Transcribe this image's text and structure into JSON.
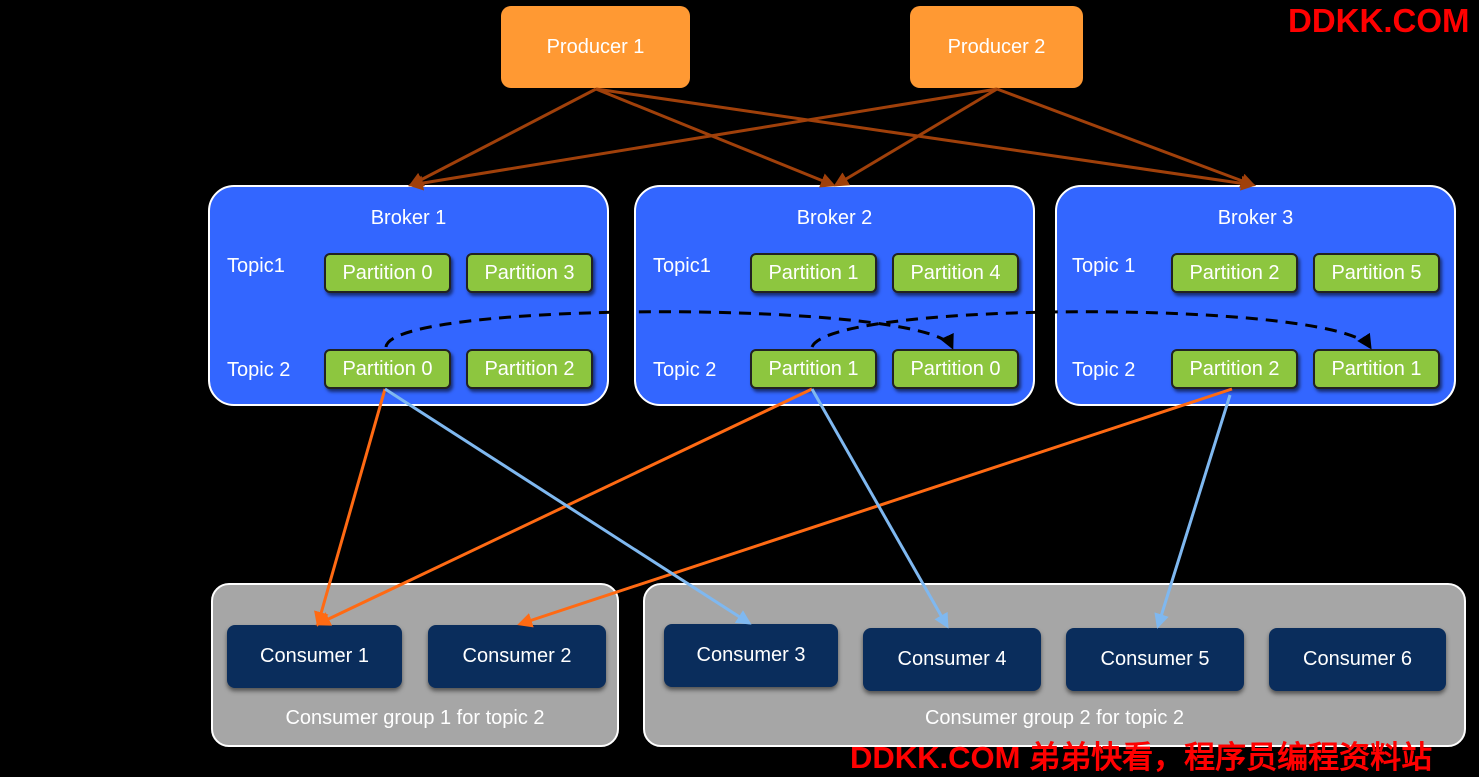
{
  "producers": [
    "Producer 1",
    "Producer 2"
  ],
  "brokers": [
    {
      "title": "Broker 1",
      "topic1_label": "Topic1",
      "topic2_label": "Topic 2",
      "topic1_partitions": [
        "Partition 0",
        "Partition 3"
      ],
      "topic2_partitions": [
        "Partition 0",
        "Partition 2"
      ]
    },
    {
      "title": "Broker 2",
      "topic1_label": "Topic1",
      "topic2_label": "Topic 2",
      "topic1_partitions": [
        "Partition 1",
        "Partition 4"
      ],
      "topic2_partitions": [
        "Partition 1",
        "Partition 0"
      ]
    },
    {
      "title": "Broker 3",
      "topic1_label": "Topic 1",
      "topic2_label": "Topic 2",
      "topic1_partitions": [
        "Partition 2",
        "Partition 5"
      ],
      "topic2_partitions": [
        "Partition 2",
        "Partition 1"
      ]
    }
  ],
  "groups": [
    {
      "label": "Consumer group 1 for topic 2",
      "consumers": [
        "Consumer 1",
        "Consumer 2"
      ]
    },
    {
      "label": "Consumer group 2 for topic 2",
      "consumers": [
        "Consumer 3",
        "Consumer 4",
        "Consumer 5",
        "Consumer 6"
      ]
    }
  ],
  "watermark": {
    "top": "DDKK.COM",
    "bottom": "DDKK.COM 弟弟快看，程序员编程资料站"
  },
  "colors": {
    "producer": "#FF9933",
    "broker": "#3366FF",
    "partition": "#8DC63F",
    "consumer": "#0A2D5C",
    "group": "#A6A6A6",
    "produce_arrow": "#A0400A",
    "group1_arrow": "#FF6A13",
    "group2_arrow": "#7FB8F0",
    "replication": "#000000",
    "watermark": "#FF0000"
  }
}
